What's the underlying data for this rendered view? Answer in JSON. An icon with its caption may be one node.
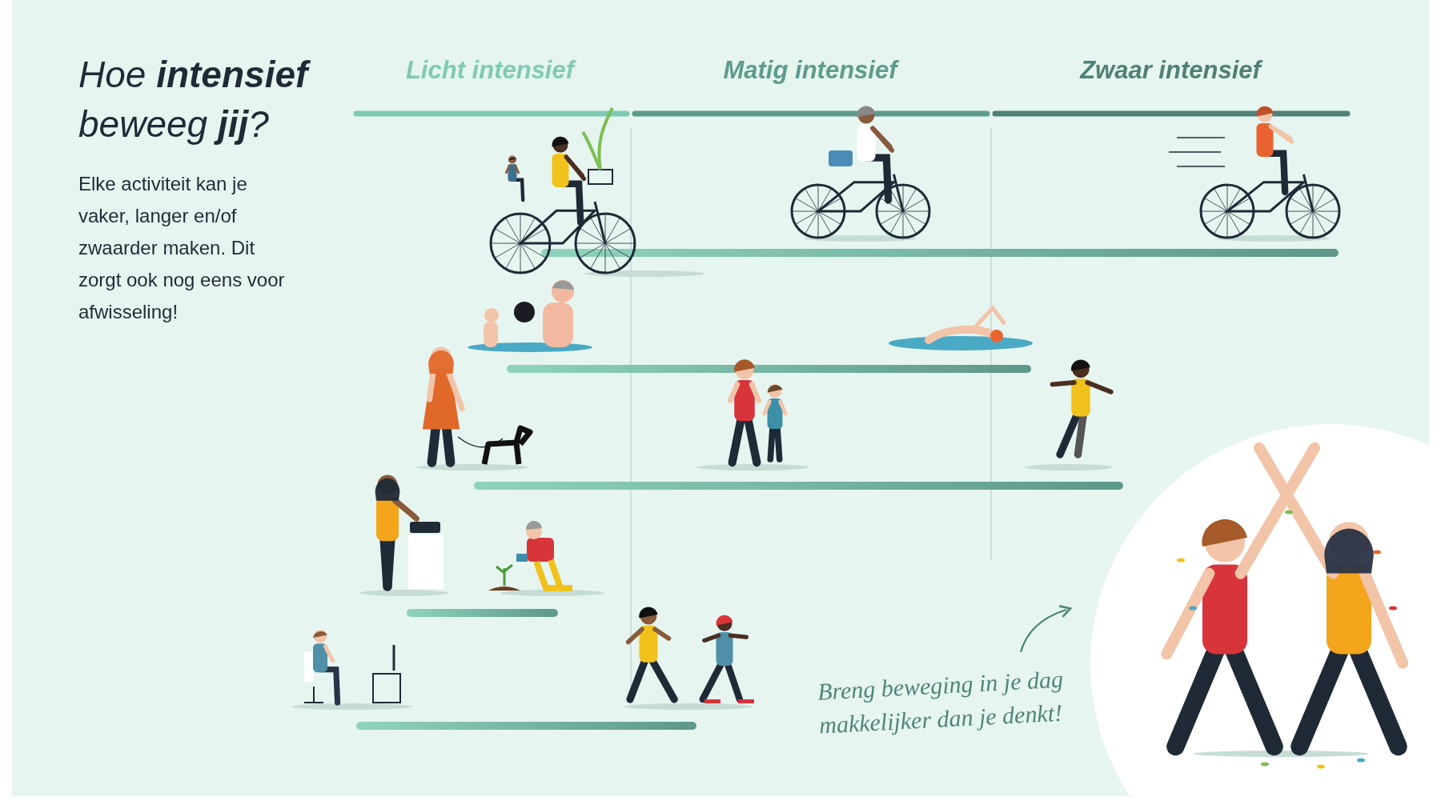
{
  "diagram": {
    "title": "Hoe **intensief** beweeg **jij**?",
    "labels": [
      "Licht intensief",
      "Matig intensief",
      "Zwaar intensief",
      "Elke activiteit kan je vaker, langer en/of zwaarder maken. Dit zorgt ook nog eens voor afwisseling!",
      "Breng beweging in je dag makkelijker dan je denkt!"
    ]
  }
}
